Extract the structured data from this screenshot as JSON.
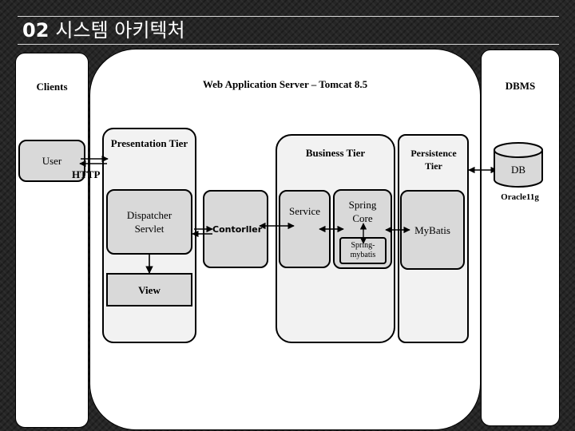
{
  "title": {
    "number": "02",
    "text": "시스템 아키텍처"
  },
  "clients": {
    "label": "Clients",
    "user": "User",
    "protocol": "HTTP"
  },
  "server": {
    "label": "Web Application Server – Tomcat 8.5",
    "presentation": {
      "label": "Presentation Tier",
      "dispatcher": "Dispatcher Servlet",
      "view": "View"
    },
    "controller": "Contorller",
    "business": {
      "label": "Business Tier",
      "service": "Service",
      "spring_core": "Spring Core",
      "spring_mybatis": "Spring-mybatis"
    },
    "persistence": {
      "label": "Persistence Tier",
      "mybatis": "MyBatis"
    }
  },
  "dbms": {
    "label": "DBMS",
    "db": "DB",
    "db_name": "Oracle11g"
  }
}
